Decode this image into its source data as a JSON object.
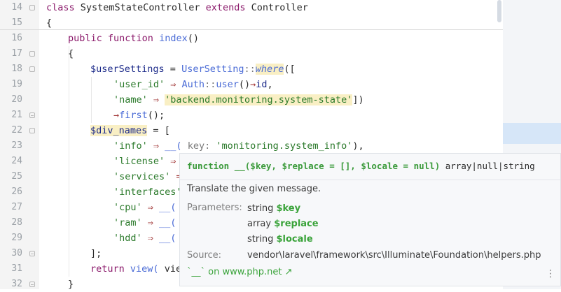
{
  "editor": {
    "lines": [
      {
        "n": "14"
      },
      {
        "n": "15"
      },
      {
        "n": "16"
      },
      {
        "n": "17"
      },
      {
        "n": "18"
      },
      {
        "n": "19"
      },
      {
        "n": "20"
      },
      {
        "n": "21"
      },
      {
        "n": "22"
      },
      {
        "n": "23"
      },
      {
        "n": "24"
      },
      {
        "n": "25"
      },
      {
        "n": "26"
      },
      {
        "n": "27"
      },
      {
        "n": "28"
      },
      {
        "n": "29"
      },
      {
        "n": "30"
      },
      {
        "n": "31"
      },
      {
        "n": "32"
      }
    ],
    "t": {
      "l14_kw": "class",
      "l14_name": "SystemStateController",
      "l14_ext": "extends",
      "l14_parent": "Controller",
      "l15": "{",
      "l16_kw": "public function",
      "l16_fn": "index",
      "l16_rest": "()",
      "l17": "{",
      "l18_var": "$userSettings",
      "l18_eq": " = ",
      "l18_cls": "UserSetting",
      "l18_sep": "::",
      "l18_fn": "where",
      "l18_rest": "([",
      "l19_key": "'user_id'",
      "l19_arr": " ⇒ ",
      "l19_cls": "Auth",
      "l19_sep": "::",
      "l19_fn": "user",
      "l19_p": "()",
      "l19_op": "→",
      "l19_id": "id",
      "l19_end": ",",
      "l20_key": "'name'",
      "l20_arr": " ⇒ ",
      "l20_val": "'backend.monitoring.system-state'",
      "l20_end": "])",
      "l21_op": "→",
      "l21_fn": "first",
      "l21_end": "();",
      "l22_var": "$div_names",
      "l22_rest": " = [",
      "l23_key": "'info'",
      "l23_arr": " ⇒ ",
      "l23_fn": "__(",
      "l23_hint": " key: ",
      "l23_val": "'monitoring.system_info'",
      "l23_end": "),",
      "l24_key": "'license'",
      "l24_arr": " ⇒",
      "l25_key": "'services'",
      "l25_arr": " =",
      "l26_key": "'interfaces'",
      "l27_key": "'cpu'",
      "l27_arr": " ⇒ ",
      "l27_fn": "__(",
      "l28_key": "'ram'",
      "l28_arr": " ⇒ ",
      "l28_fn": "__(",
      "l29_key": "'hdd'",
      "l29_arr": " ⇒ ",
      "l29_fn": "__(",
      "l30": "];",
      "l31_kw": "return",
      "l31_fn": " view(",
      "l31_rest": " view",
      "l32": "}"
    }
  },
  "tooltip": {
    "sig_fn": "function __($key, $replace = [], $locale = null)",
    "sig_ret": " array|null|string",
    "description": "Translate the given message.",
    "params_label": "Parameters:",
    "params": [
      {
        "type": "string",
        "name": "$key"
      },
      {
        "type": "array",
        "name": "$replace"
      },
      {
        "type": "string",
        "name": "$locale"
      }
    ],
    "source_label": "Source:",
    "source_path": "vendor\\laravel\\framework\\src\\Illuminate\\Foundation\\helpers.php",
    "link": "`__` on www.php.net ↗",
    "more": "⋮"
  },
  "colors": {
    "keyword": "#8b1a6b",
    "function": "#4a6bd6",
    "string": "#2b7a2b",
    "highlight": "#f9efc4",
    "doc_param": "#3aa33a"
  }
}
